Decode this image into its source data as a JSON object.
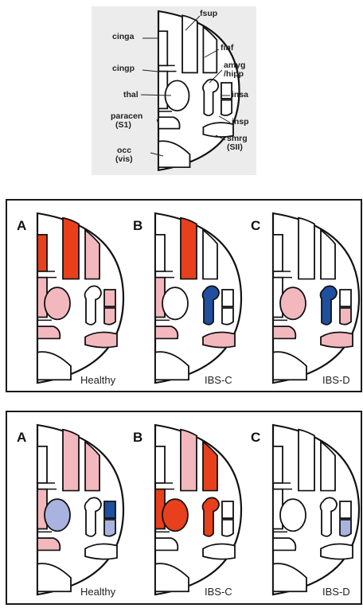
{
  "key": {
    "labels": [
      {
        "text": "fsup"
      },
      {
        "text": "cinga"
      },
      {
        "text": "finf"
      },
      {
        "text": "cingp"
      },
      {
        "text": "amyg"
      },
      {
        "text": "/hipp"
      },
      {
        "text": "thal"
      },
      {
        "text": "insa"
      },
      {
        "text": "paracen"
      },
      {
        "text": "(S1)"
      },
      {
        "text": "insp"
      },
      {
        "text": "smrg"
      },
      {
        "text": "(SII)"
      },
      {
        "text": "occ"
      },
      {
        "text": "(vis)"
      }
    ]
  },
  "colors": {
    "strong_red": "#e8401c",
    "pink": "#f2b8be",
    "dark_blue": "#1f4f9e",
    "light_blue": "#a9b3e0",
    "white": "#ffffff",
    "outline": "#111111"
  },
  "panels": [
    {
      "items": [
        {
          "letter": "A",
          "caption": "Healthy",
          "fills": {
            "cinga": "strong_red",
            "cingp": "pink",
            "fsup": "strong_red",
            "finf": "pink",
            "thal": "pink",
            "amyg": "white",
            "insa": "pink",
            "insp": "pink",
            "paracen": "pink",
            "smrg": "pink",
            "occ": "white"
          }
        },
        {
          "letter": "B",
          "caption": "IBS-C",
          "fills": {
            "cinga": "white",
            "cingp": "pink",
            "fsup": "strong_red",
            "finf": "white",
            "thal": "white",
            "amyg": "dark_blue",
            "insa": "white",
            "insp": "white",
            "paracen": "pink",
            "smrg": "pink",
            "occ": "white"
          }
        },
        {
          "letter": "C",
          "caption": "IBS-D",
          "fills": {
            "cinga": "white",
            "cingp": "white",
            "fsup": "white",
            "finf": "white",
            "thal": "pink",
            "amyg": "dark_blue",
            "insa": "white",
            "insp": "pink",
            "paracen": "pink",
            "smrg": "pink",
            "occ": "white"
          }
        }
      ]
    },
    {
      "items": [
        {
          "letter": "A",
          "caption": "Healthy",
          "fills": {
            "cinga": "white",
            "cingp": "pink",
            "fsup": "pink",
            "finf": "pink",
            "thal": "light_blue",
            "amyg": "white",
            "insa": "dark_blue",
            "insp": "light_blue",
            "paracen": "pink",
            "smrg": "white",
            "occ": "white"
          }
        },
        {
          "letter": "B",
          "caption": "IBS-C",
          "fills": {
            "cinga": "white",
            "cingp": "strong_red",
            "fsup": "pink",
            "finf": "strong_red",
            "thal": "strong_red",
            "amyg": "strong_red",
            "insa": "white",
            "insp": "white",
            "paracen": "white",
            "smrg": "white",
            "occ": "white"
          }
        },
        {
          "letter": "C",
          "caption": "IBS-D",
          "fills": {
            "cinga": "white",
            "cingp": "white",
            "fsup": "white",
            "finf": "white",
            "thal": "white",
            "amyg": "white",
            "insa": "white",
            "insp": "light_blue",
            "paracen": "white",
            "smrg": "white",
            "occ": "white"
          }
        }
      ]
    }
  ]
}
